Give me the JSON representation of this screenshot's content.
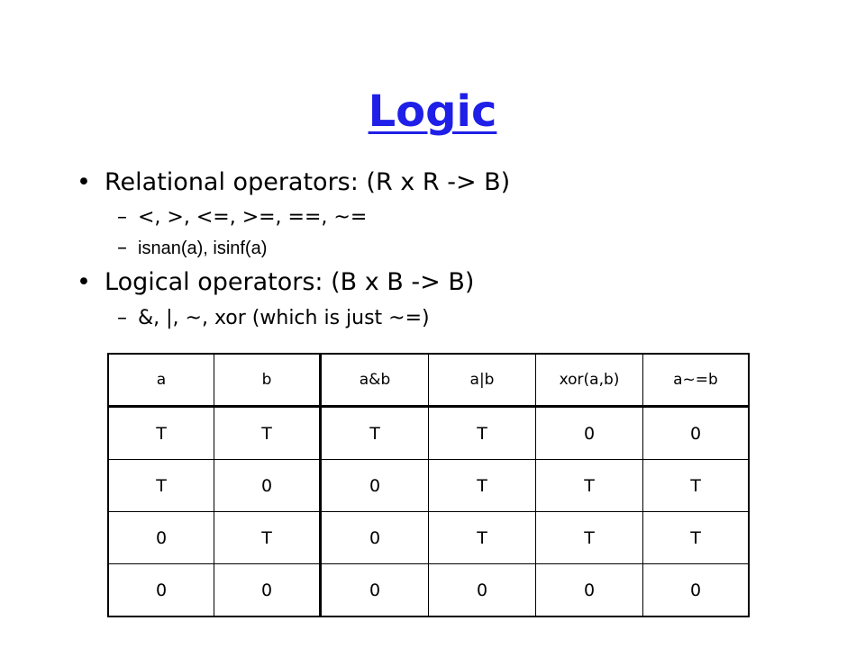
{
  "slide": {
    "title": "Logic",
    "bullets": [
      {
        "text": "Relational operators: (R x R -> B)",
        "sub": [
          "<, >, <=, >=, ==, ~=",
          "isnan(a), isinf(a)"
        ]
      },
      {
        "text": "Logical operators: (B x B -> B)",
        "sub": [
          "&, |, ~, xor (which is just ~=)"
        ]
      }
    ],
    "bullet_marker": "•",
    "sub_marker": "–",
    "table": {
      "headers": [
        "a",
        "b",
        "a&b",
        "a|b",
        "xor(a,b)",
        "a~=b"
      ],
      "rows": [
        [
          "T",
          "T",
          "T",
          "T",
          "0",
          "0"
        ],
        [
          "T",
          "0",
          "0",
          "T",
          "T",
          "T"
        ],
        [
          "0",
          "T",
          "0",
          "T",
          "T",
          "T"
        ],
        [
          "0",
          "0",
          "0",
          "0",
          "0",
          "0"
        ]
      ]
    }
  },
  "colors": {
    "title": "#1f1fe8",
    "text": "#000000",
    "background": "#ffffff"
  }
}
